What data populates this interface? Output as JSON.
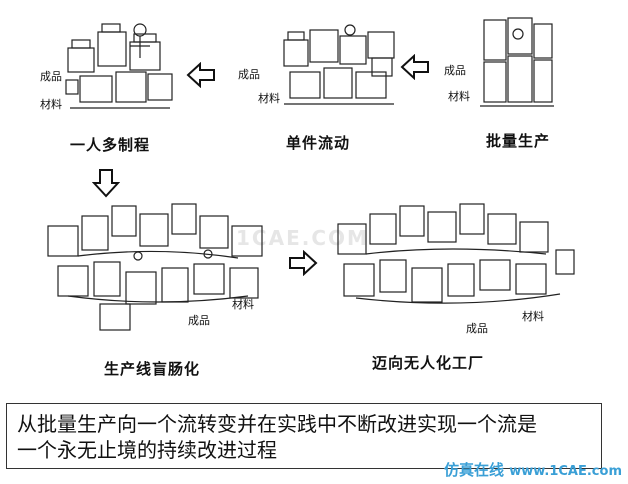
{
  "stages": {
    "top_left": "一人多制程",
    "top_middle": "单件流动",
    "top_right": "批量生产",
    "bottom_left": "生产线盲肠化",
    "bottom_right": "迈向无人化工厂"
  },
  "labels": {
    "product": "成品",
    "material": "材料"
  },
  "summary": {
    "line1": "从批量生产向一个流转变并在实践中不断改进实现一个流是",
    "line2": "一个永无止境的持续改进过程"
  },
  "watermark": {
    "text": "仿真在线",
    "site": "www.1CAE.com"
  },
  "faint_watermark": "1CAE.COM"
}
